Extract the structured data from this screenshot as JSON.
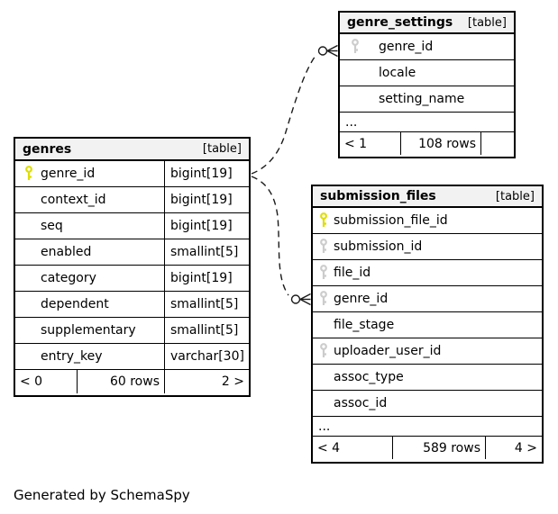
{
  "diagram": {
    "generated_by": "Generated by SchemaSpy"
  },
  "colors": {
    "primary_key_icon": "#dede00",
    "foreign_key_icon": "#cccccc",
    "table_header_bg": "#f2f2f2",
    "border": "#000000",
    "edge": "#1a1a1a"
  },
  "relationships": [
    {
      "from": "genres.genre_id",
      "to": "genre_settings.genre_id",
      "style": "dashed",
      "end_marker": "zero-or-many"
    },
    {
      "from": "genres.genre_id",
      "to": "submission_files.genre_id",
      "style": "dashed",
      "end_marker": "zero-or-many"
    }
  ],
  "tables": [
    {
      "name": "genres",
      "badge": "[table]",
      "columns": [
        {
          "name": "genre_id",
          "type": "bigint[19]",
          "icon": "primary-key-icon"
        },
        {
          "name": "context_id",
          "type": "bigint[19]",
          "icon": "none"
        },
        {
          "name": "seq",
          "type": "bigint[19]",
          "icon": "none"
        },
        {
          "name": "enabled",
          "type": "smallint[5]",
          "icon": "none"
        },
        {
          "name": "category",
          "type": "bigint[19]",
          "icon": "none"
        },
        {
          "name": "dependent",
          "type": "smallint[5]",
          "icon": "none"
        },
        {
          "name": "supplementary",
          "type": "smallint[5]",
          "icon": "none"
        },
        {
          "name": "entry_key",
          "type": "varchar[30]",
          "icon": "none"
        }
      ],
      "footer": {
        "left": "< 0",
        "center": "60 rows",
        "right": "2 >"
      }
    },
    {
      "name": "genre_settings",
      "badge": "[table]",
      "columns": [
        {
          "name": "genre_id",
          "icon": "foreign-key-icon"
        },
        {
          "name": "locale",
          "icon": "none"
        },
        {
          "name": "setting_name",
          "icon": "none"
        }
      ],
      "ellipsis": "...",
      "footer": {
        "left": "< 1",
        "center": "108 rows",
        "right": ""
      }
    },
    {
      "name": "submission_files",
      "badge": "[table]",
      "columns": [
        {
          "name": "submission_file_id",
          "icon": "primary-key-icon"
        },
        {
          "name": "submission_id",
          "icon": "foreign-key-icon"
        },
        {
          "name": "file_id",
          "icon": "foreign-key-icon"
        },
        {
          "name": "genre_id",
          "icon": "foreign-key-icon"
        },
        {
          "name": "file_stage",
          "icon": "none"
        },
        {
          "name": "uploader_user_id",
          "icon": "foreign-key-icon"
        },
        {
          "name": "assoc_type",
          "icon": "none"
        },
        {
          "name": "assoc_id",
          "icon": "none"
        }
      ],
      "ellipsis": "...",
      "footer": {
        "left": "< 4",
        "center": "589 rows",
        "right": "4 >"
      }
    }
  ]
}
